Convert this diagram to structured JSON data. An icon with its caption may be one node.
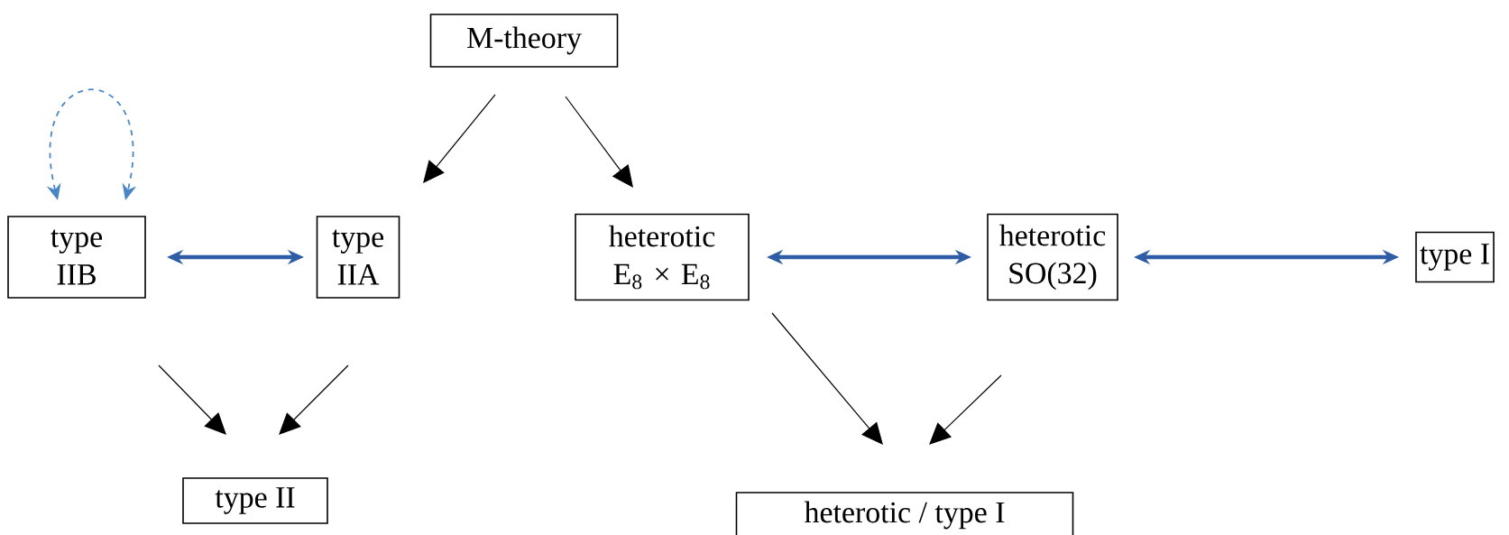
{
  "diagram": {
    "nodes": [
      {
        "text": [
          "M-theory"
        ]
      },
      {
        "text": [
          "type IIB"
        ]
      },
      {
        "text": [
          "type IIA"
        ]
      },
      {
        "text": [
          "heterotic E$_{8}$ × E$_{8}$"
        ]
      },
      {
        "text": [
          "heterotic SO(32)"
        ]
      },
      {
        "text": [
          "type I"
        ]
      },
      {
        "text": [
          "type II"
        ]
      },
      {
        "text": [
          "heterotic / type I"
        ]
      }
    ],
    "edges": [
      {
        "from": 0,
        "to": 2,
        "arrow": "to"
      },
      {
        "from": 0,
        "to": 3,
        "arrow": "to"
      },
      {
        "from": 1,
        "to": 2,
        "arrow": "both",
        "style": "thick",
        "color": "#2e5ca5"
      },
      {
        "from": 3,
        "to": 4,
        "arrow": "both",
        "style": "thick",
        "color": "#2e5ca5"
      },
      {
        "from": 4,
        "to": 5,
        "arrow": "both",
        "style": "thick",
        "color": "#2e5ca5"
      },
      {
        "from": 1,
        "to": 6,
        "arrow": "to"
      },
      {
        "from": 2,
        "to": 6,
        "arrow": "to"
      },
      {
        "from": 3,
        "to": 7,
        "arrow": "to"
      },
      {
        "from": 4,
        "to": 7,
        "arrow": "to"
      },
      {
        "from": 1,
        "to": 1,
        "arrow": "both",
        "style": "dashed",
        "color": "#4a86c5"
      }
    ]
  }
}
